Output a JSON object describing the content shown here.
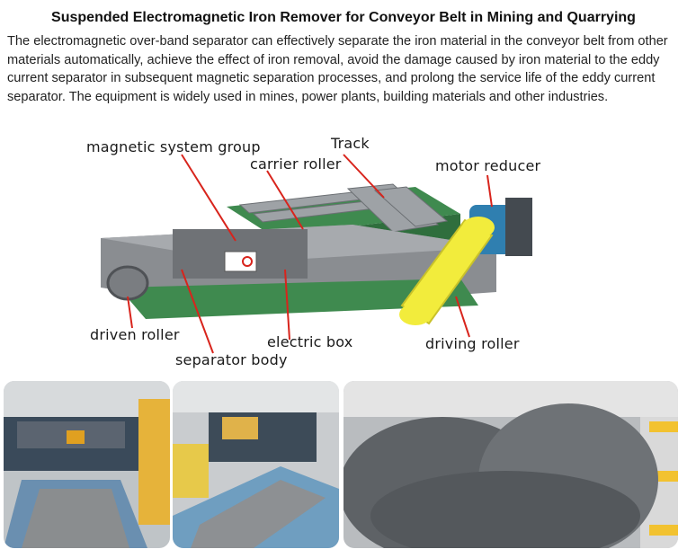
{
  "title": "Suspended Electromagnetic Iron Remover for Conveyor Belt in Mining and Quarrying",
  "description": "The electromagnetic over-band separator can effectively separate the iron material in the conveyor belt from other materials automatically, achieve the effect of iron removal, avoid the damage caused by iron material to the eddy current separator in subsequent magnetic separation processes, and prolong the service life of the eddy current separator. The equipment is widely used in mines, power plants, building materials and other industries.",
  "diagram_labels": {
    "magnetic_system_group": "magnetic system group",
    "track": "Track",
    "carrier_roller": "carrier roller",
    "motor_reducer": "motor reducer",
    "driven_roller": "driven roller",
    "electric_box": "electric box",
    "separator_body": "separator body",
    "driving_roller": "driving roller"
  },
  "colors": {
    "frame_gray": "#8a8d91",
    "belt_green": "#3f8a4f",
    "guard_yellow": "#f2ec3c",
    "motor_blue": "#2f7fb0",
    "pointer_red": "#d8241c"
  }
}
